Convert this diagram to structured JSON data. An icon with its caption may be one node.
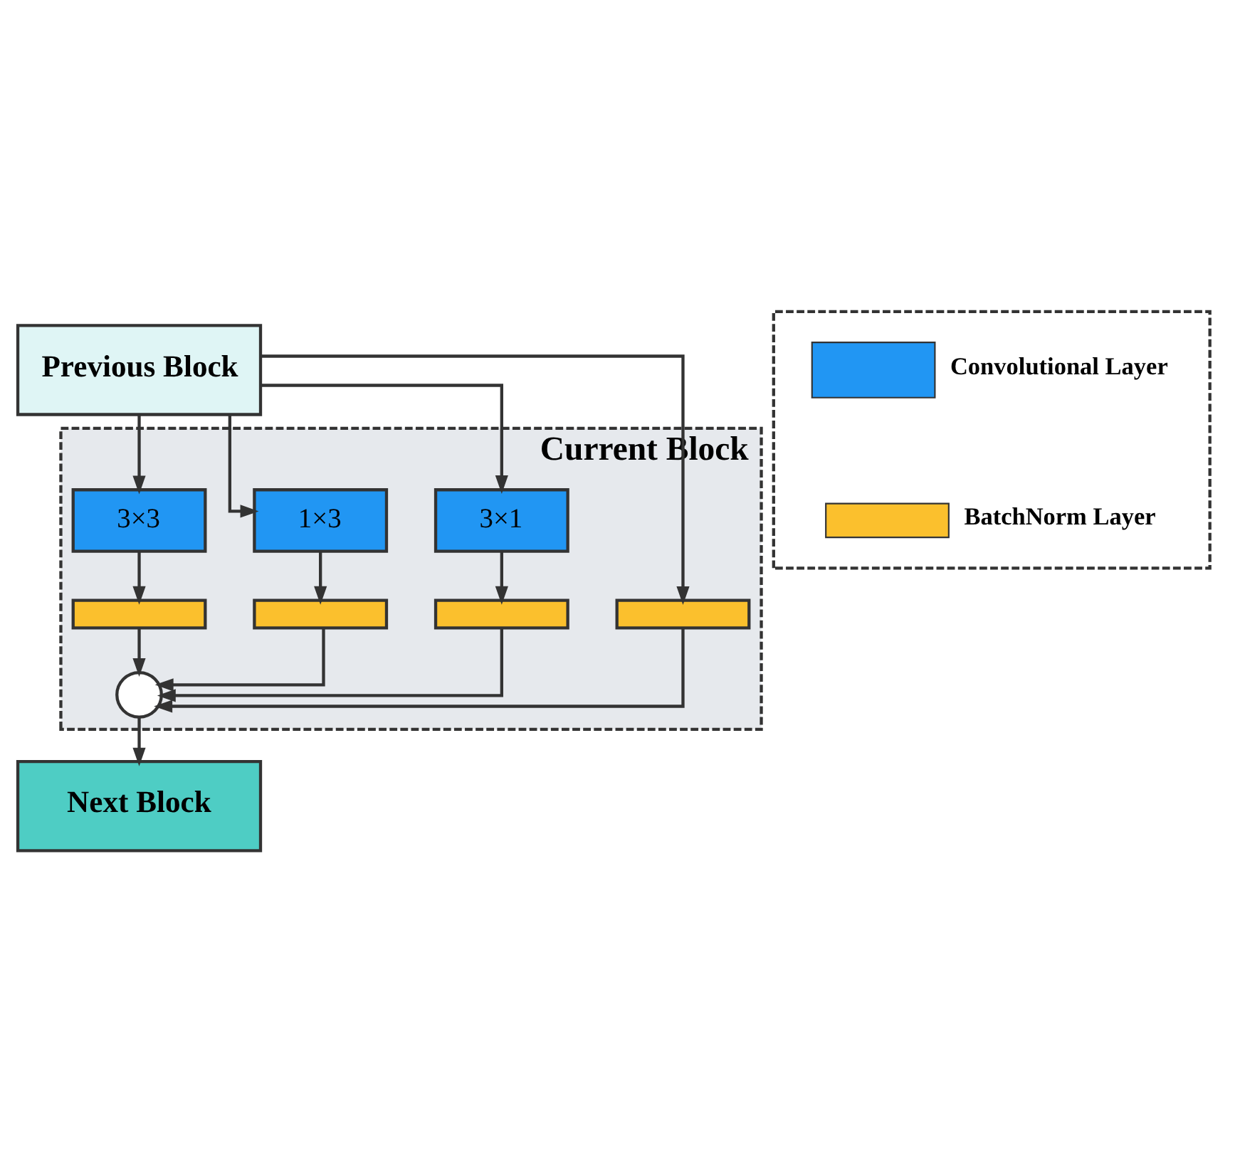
{
  "diagram": {
    "nodes": [
      {
        "text": [
          "Previous Block"
        ]
      },
      {
        "text": [
          "Current Block"
        ]
      },
      {
        "text": [
          "3×3"
        ],
        "in": 1
      },
      {
        "text": [
          "1×3"
        ],
        "in": 1
      },
      {
        "text": [
          "3×1"
        ],
        "in": 1
      },
      {
        "text": [],
        "shape": "bar",
        "in": 1
      },
      {
        "text": [],
        "shape": "bar",
        "in": 1
      },
      {
        "text": [],
        "shape": "bar",
        "in": 1
      },
      {
        "text": [],
        "shape": "bar",
        "in": 1
      },
      {
        "text": [],
        "shape": "circle",
        "in": 1
      },
      {
        "text": [
          "Next Block"
        ]
      },
      {
        "text": [],
        "shape": "box"
      }
    ],
    "edges": [
      {
        "from": 0,
        "to": 2,
        "arrow": "to"
      },
      {
        "from": 0,
        "to": 3,
        "arrow": "to"
      },
      {
        "from": 0,
        "to": 4,
        "arrow": "to"
      },
      {
        "from": 0,
        "to": 8,
        "arrow": "to"
      },
      {
        "from": 2,
        "to": 5,
        "arrow": "to"
      },
      {
        "from": 3,
        "to": 6,
        "arrow": "to"
      },
      {
        "from": 4,
        "to": 7,
        "arrow": "to"
      },
      {
        "from": 5,
        "to": 9,
        "arrow": "to"
      },
      {
        "from": 6,
        "to": 9,
        "arrow": "to"
      },
      {
        "from": 7,
        "to": 9,
        "arrow": "to"
      },
      {
        "from": 8,
        "to": 9,
        "arrow": "to"
      },
      {
        "from": 9,
        "to": 10,
        "arrow": "to"
      }
    ],
    "legend": [
      {
        "text": "Convolutional Layer",
        "color": "#2196f3"
      },
      {
        "text": "BatchNorm Layer",
        "color": "#fbc02d"
      }
    ]
  }
}
